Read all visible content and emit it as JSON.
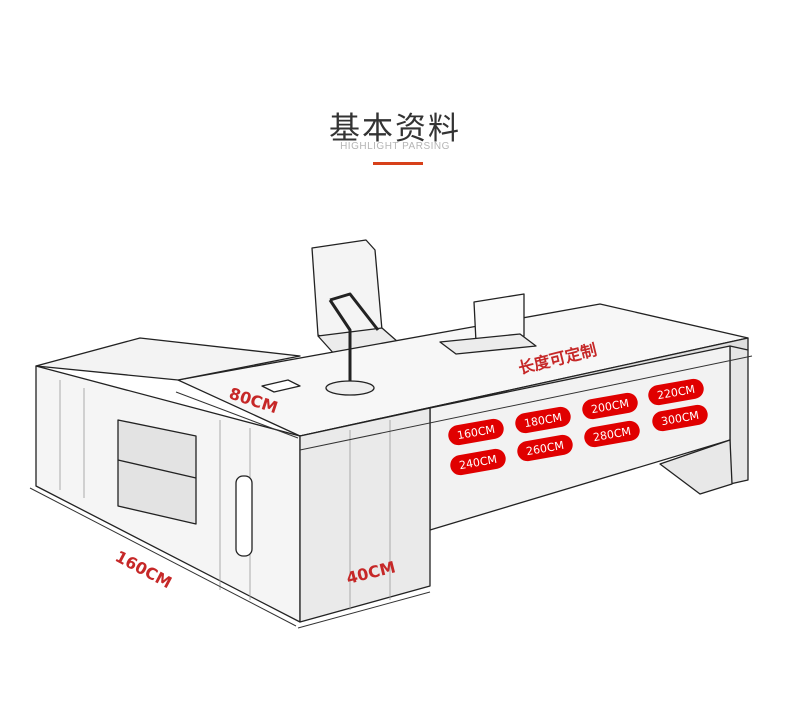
{
  "header": {
    "title": "基本资料",
    "subtitle": "HIGHLIGHT PARSING"
  },
  "dimensions": {
    "depth_top": "80CM",
    "width_left": "160CM",
    "depth_return": "40CM",
    "length_custom": "长度可定制"
  },
  "length_options": [
    "160CM",
    "180CM",
    "200CM",
    "220CM",
    "240CM",
    "260CM",
    "280CM",
    "300CM"
  ],
  "colors": {
    "accent": "#d7401a",
    "badge": "#e00000",
    "dimension_text": "#c62828"
  }
}
